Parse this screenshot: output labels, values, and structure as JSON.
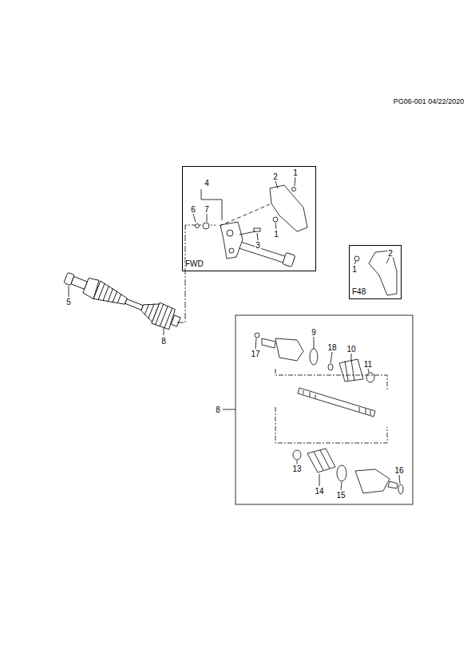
{
  "diagram": {
    "nodes": [
      {
        "text": [
          "FWD"
        ]
      },
      {
        "text": [
          "F48"
        ]
      }
    ],
    "labels": [
      "PG06-001 04/22/2020",
      "2",
      "1",
      "4",
      "6",
      "7",
      "3",
      "1",
      "1",
      "2",
      "5",
      "8",
      "9",
      "17",
      "18",
      "10",
      "11",
      "8",
      "13",
      "16",
      "14",
      "15"
    ]
  }
}
